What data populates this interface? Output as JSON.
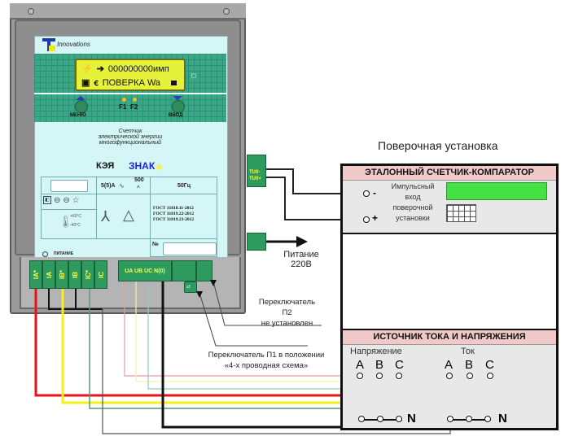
{
  "meter": {
    "brand": "Innovations",
    "lcd": {
      "line1_value": "000000000имп",
      "line2_value": "ПОВЕРКА Wa"
    },
    "buttons": {
      "menu": "МЕНЮ",
      "enter": "ВВОД",
      "f1": "F1",
      "f2": "F2"
    },
    "description": [
      "Счетчик",
      "электрической энергии",
      "многофункциональный"
    ],
    "model": "КЭЯ",
    "model_brand": "ЗНАК",
    "current_rating": "5(5)А",
    "pulse_const": "500",
    "frequency": "50Гц",
    "standards": [
      "ГОСТ 31818.11-2012",
      "ГОСТ 31819.22-2012",
      "ГОСТ 31819.23-2012"
    ],
    "temp_high": "+60°C",
    "temp_low": "-40°C",
    "serial_label": "№",
    "power_indicator": "ПИТАНИЕ",
    "current_terminals": [
      "IA*",
      "IA",
      "IB*",
      "IB",
      "IC*",
      "IC"
    ],
    "voltage_terminals": "UA UB UC N(0)",
    "tu_terminals": [
      "TU0-",
      "TU0+"
    ]
  },
  "annotations": {
    "power_supply": [
      "Питание",
      "220В"
    ],
    "switch_p2": [
      "Переключатель",
      "П2",
      "не установлен"
    ],
    "switch_p1": [
      "Переключатель П1 в положении",
      "«4-х проводная схема»"
    ]
  },
  "rig": {
    "title": "Поверочная установка",
    "comparator": {
      "header": "ЭТАЛОННЫЙ СЧЕТЧИК-КОМПАРАТОР",
      "input_label": [
        "Импульсный",
        "вход",
        "поверочной",
        "установки"
      ],
      "minus": "-",
      "plus": "+",
      "display_color": "#44e044"
    },
    "source": {
      "header": "ИСТОЧНИК ТОКА И НАПРЯЖЕНИЯ",
      "voltage_label": "Напряжение",
      "current_label": "Ток",
      "voltage_phases": [
        "A",
        "B",
        "C"
      ],
      "current_phases": [
        "A",
        "B",
        "C"
      ],
      "neutral": "N"
    }
  },
  "wire_colors": {
    "phase_a": "#e8121c",
    "phase_b": "#f4f018",
    "phase_c": "#5a9a7a",
    "neutral": "#111111",
    "voltage_a": "#e89aa0",
    "voltage_b": "#f6f4a0",
    "voltage_c": "#9ac8c0"
  }
}
